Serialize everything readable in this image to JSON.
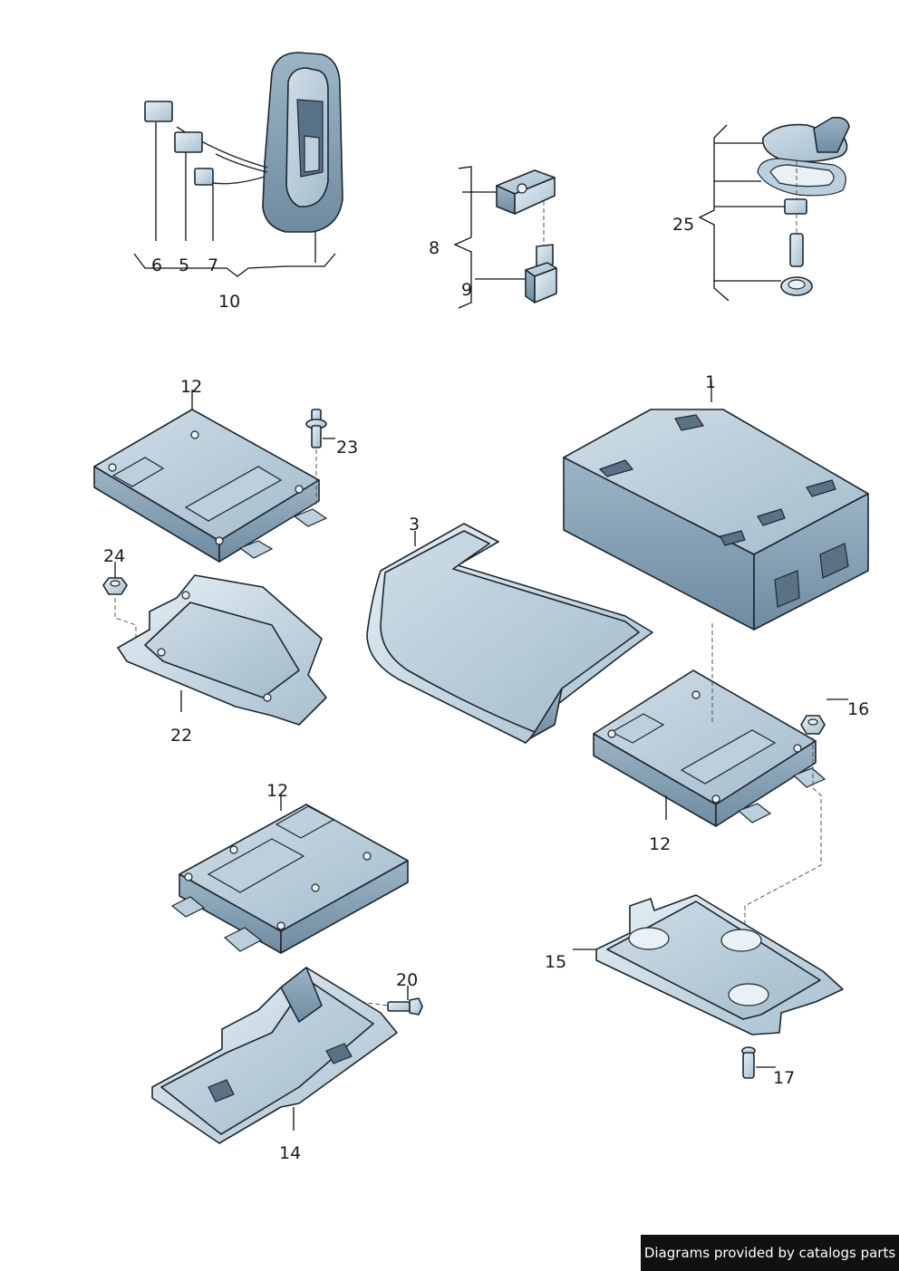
{
  "callouts": {
    "c1": "1",
    "c3": "3",
    "c5": "5",
    "c6": "6",
    "c7": "7",
    "c8": "8",
    "c9": "9",
    "c10": "10",
    "c12a": "12",
    "c12b": "12",
    "c12c": "12",
    "c14": "14",
    "c15": "15",
    "c16": "16",
    "c17": "17",
    "c20": "20",
    "c22": "22",
    "c23": "23",
    "c24": "24",
    "c25": "25"
  },
  "footer": {
    "text": "Diagrams provided by catalogs parts"
  },
  "colors": {
    "part_light": "#e3edf3",
    "part_mid": "#a9c1d1",
    "part_dark": "#6f8ba0",
    "outline": "#1d2730",
    "footer_bg": "#111111"
  }
}
